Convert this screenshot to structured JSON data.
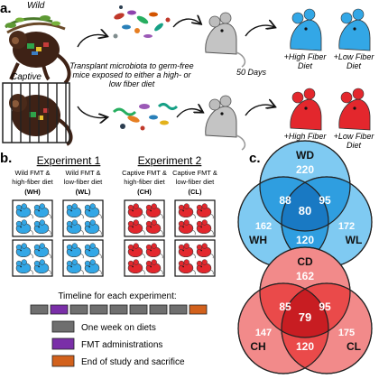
{
  "panels": {
    "a": "a.",
    "b": "b.",
    "c": "c."
  },
  "top": {
    "wild_label": "Wild",
    "captive_label": "Captive",
    "transplant_text_lines": [
      "Transplant microbiota to germ-free",
      "mice exposed to either a high- or",
      "low fiber diet"
    ],
    "days_label": "50 Days",
    "diets": {
      "high_lines": [
        "+High Fiber",
        "Diet"
      ],
      "low_lines": [
        "+Low Fiber",
        "Diet"
      ]
    }
  },
  "experiments": {
    "exp1_title": "Experiment 1",
    "exp2_title": "Experiment 2",
    "groups": [
      {
        "lines": [
          "Wild FMT &",
          "high-fiber diet"
        ],
        "code": "(WH)",
        "color": "#33a7e6"
      },
      {
        "lines": [
          "Wild FMT &",
          "low-fiber diet"
        ],
        "code": "(WL)",
        "color": "#33a7e6"
      },
      {
        "lines": [
          "Captive FMT &",
          "high-fiber diet"
        ],
        "code": "(CH)",
        "color": "#e3272d"
      },
      {
        "lines": [
          "Captive FMT &",
          "low-fiber diet"
        ],
        "code": "(CL)",
        "color": "#e3272d"
      }
    ]
  },
  "timeline": {
    "title": "Timeline for each experiment:",
    "weeks": [
      "gray",
      "purple",
      "gray",
      "gray",
      "gray",
      "gray",
      "gray",
      "gray",
      "orange"
    ],
    "legend": [
      {
        "color": "#6f6f6f",
        "label": "One week on diets"
      },
      {
        "color": "#7a2fa8",
        "label": "FMT administrations"
      },
      {
        "color": "#d2611c",
        "label": "End of study and sacrifice"
      }
    ]
  },
  "venn_wild": {
    "labels": {
      "top": "WD",
      "left": "WH",
      "right": "WL"
    },
    "counts": {
      "top_only": "220",
      "top_left": "88",
      "top_right": "95",
      "center": "80",
      "left_only": "162",
      "left_right": "120",
      "right_only": "172"
    },
    "color": "#7fcaf2",
    "overlap_color": "#2f9ee0",
    "center_color": "#1979c3"
  },
  "venn_captive": {
    "labels": {
      "top": "CD",
      "left": "CH",
      "right": "CL"
    },
    "counts": {
      "top_only": "162",
      "top_left": "85",
      "top_right": "95",
      "center": "79",
      "left_only": "147",
      "left_right": "120",
      "right_only": "175"
    },
    "color": "#f28a8a",
    "overlap_color": "#ea4a4a",
    "center_color": "#c81d22"
  }
}
